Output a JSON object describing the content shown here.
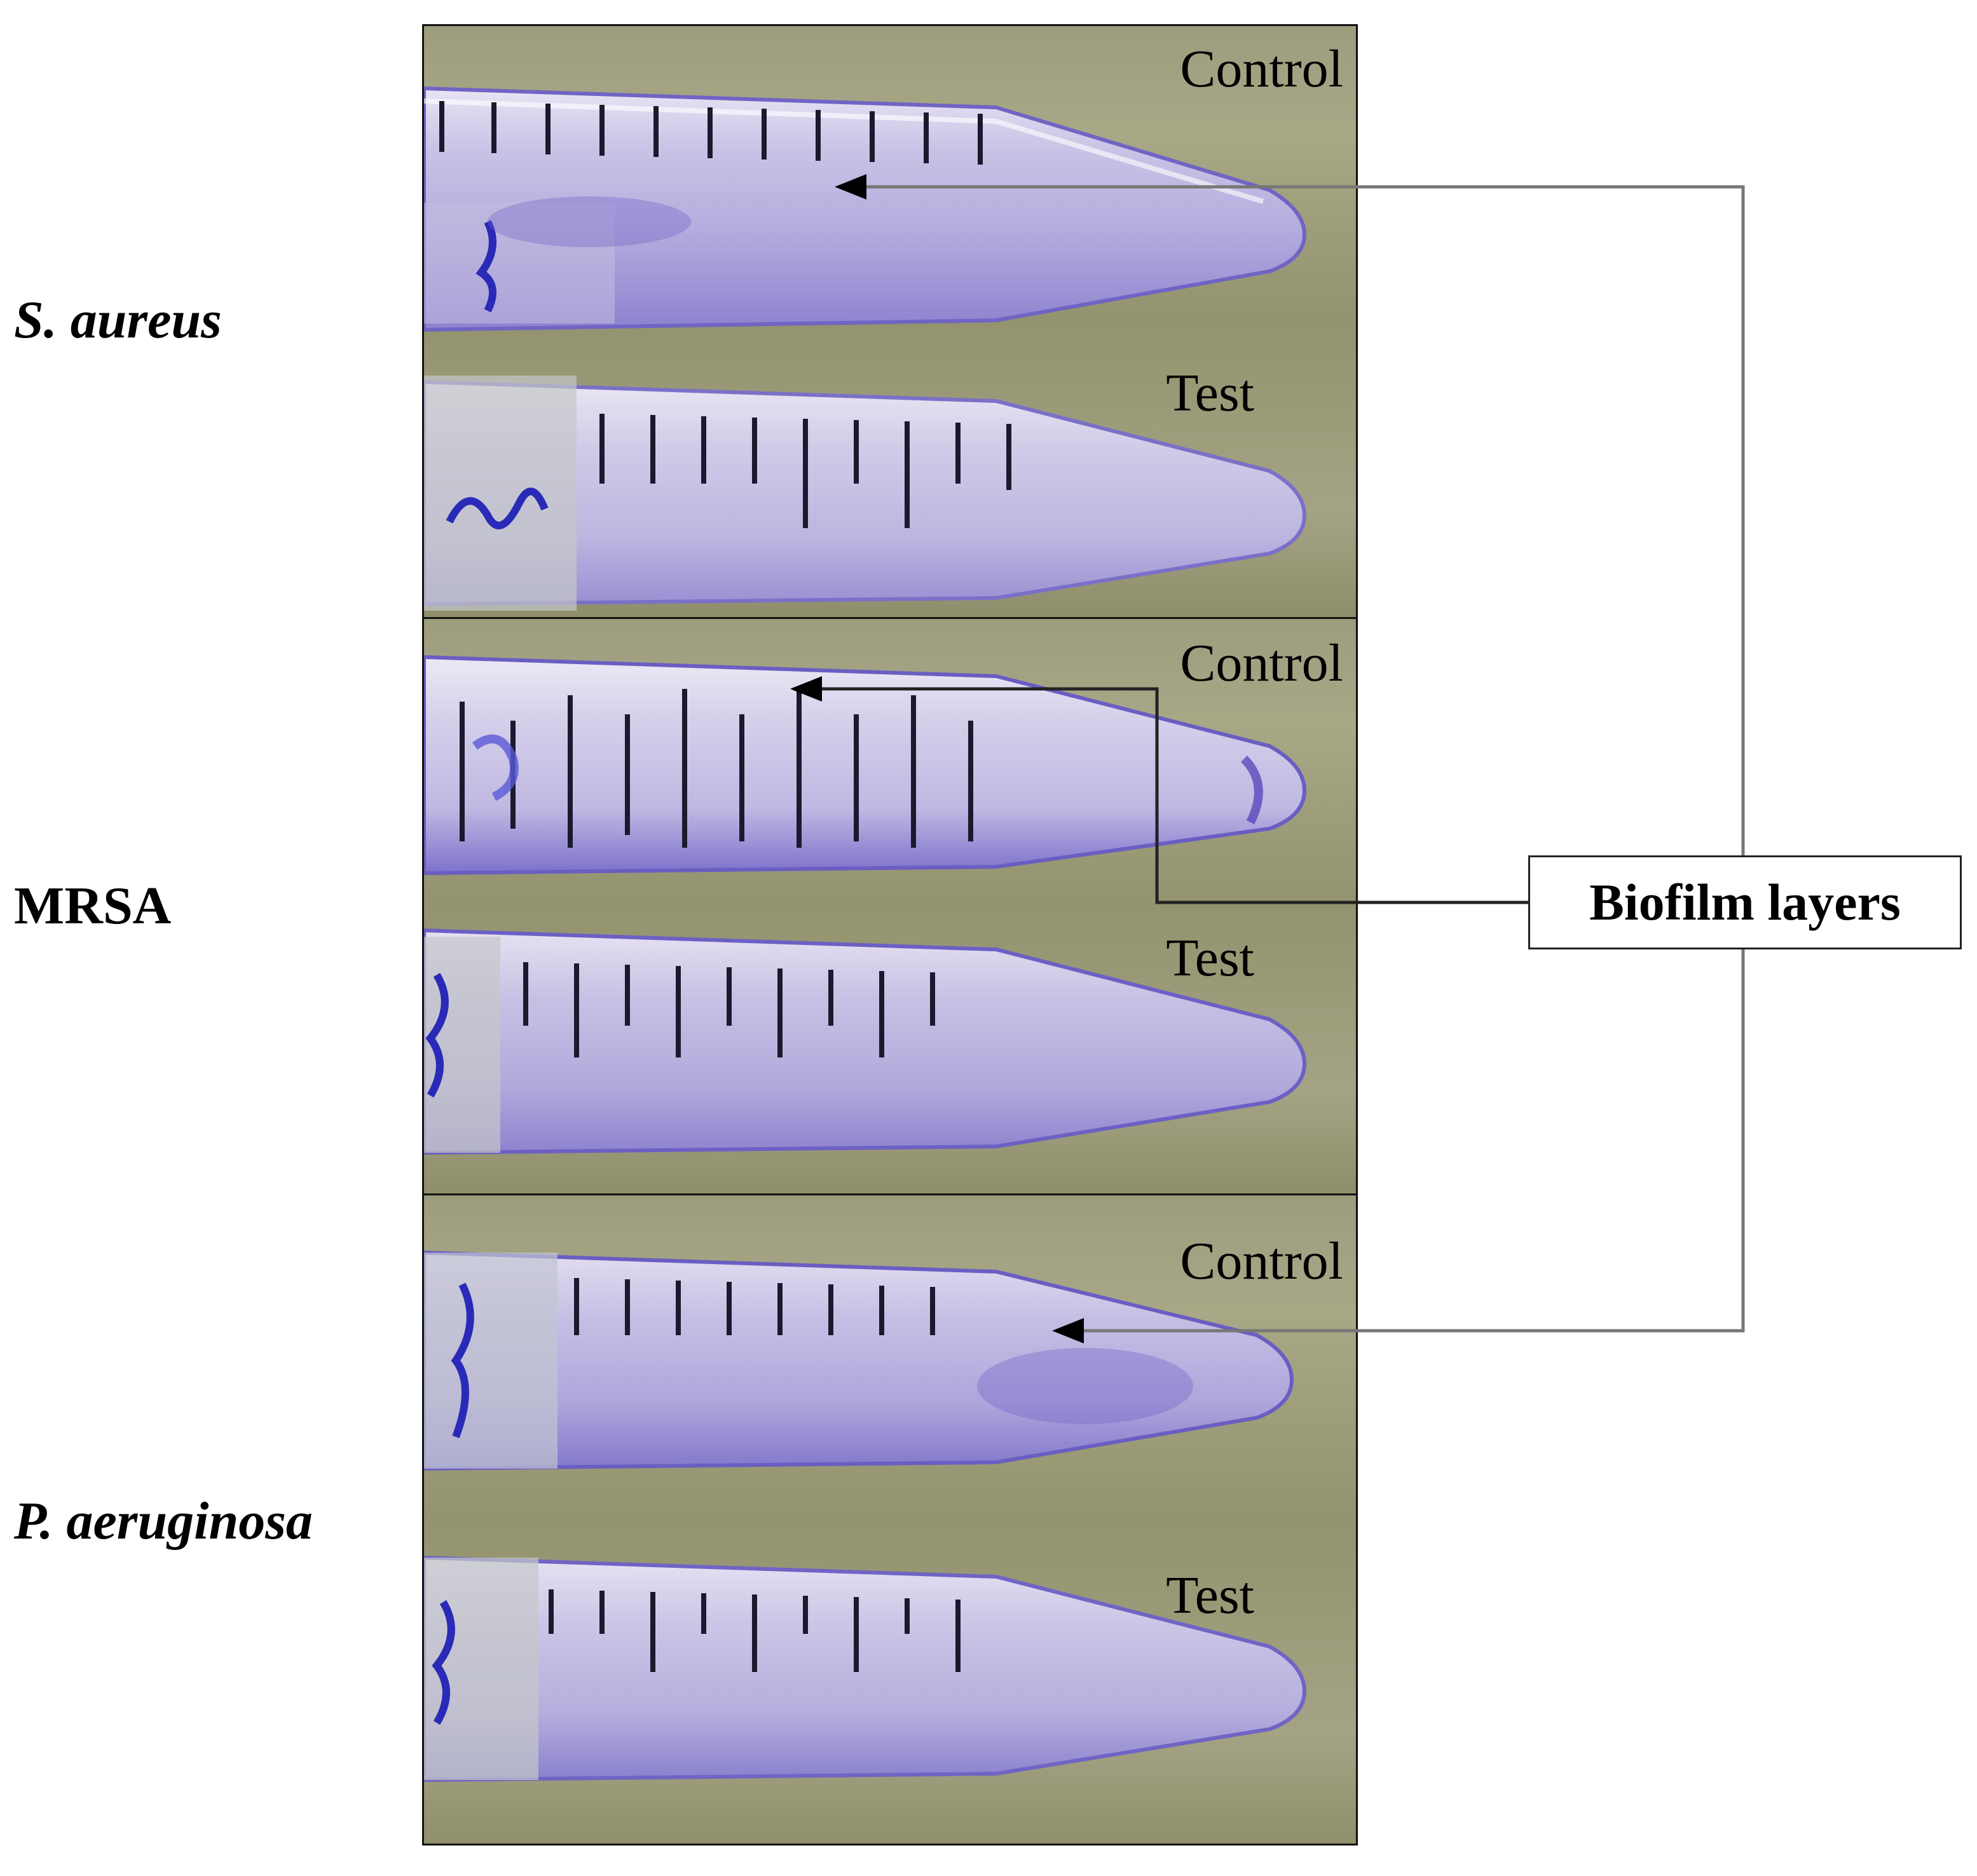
{
  "rows": [
    {
      "label": "S. aureus",
      "italic": true
    },
    {
      "label": "MRSA",
      "italic": false
    },
    {
      "label": "P. aeruginosa",
      "italic": true
    }
  ],
  "tube_labels": {
    "control": "Control",
    "test": "Test"
  },
  "callout": {
    "label": "Biofilm layers"
  },
  "colors": {
    "background": "#ffffff",
    "photo_backdrop": "#9a9a78",
    "tube_stain": "#7a6fd0",
    "marking_ink": "#1a1a2e",
    "pen_ink": "#2a2ab8"
  }
}
